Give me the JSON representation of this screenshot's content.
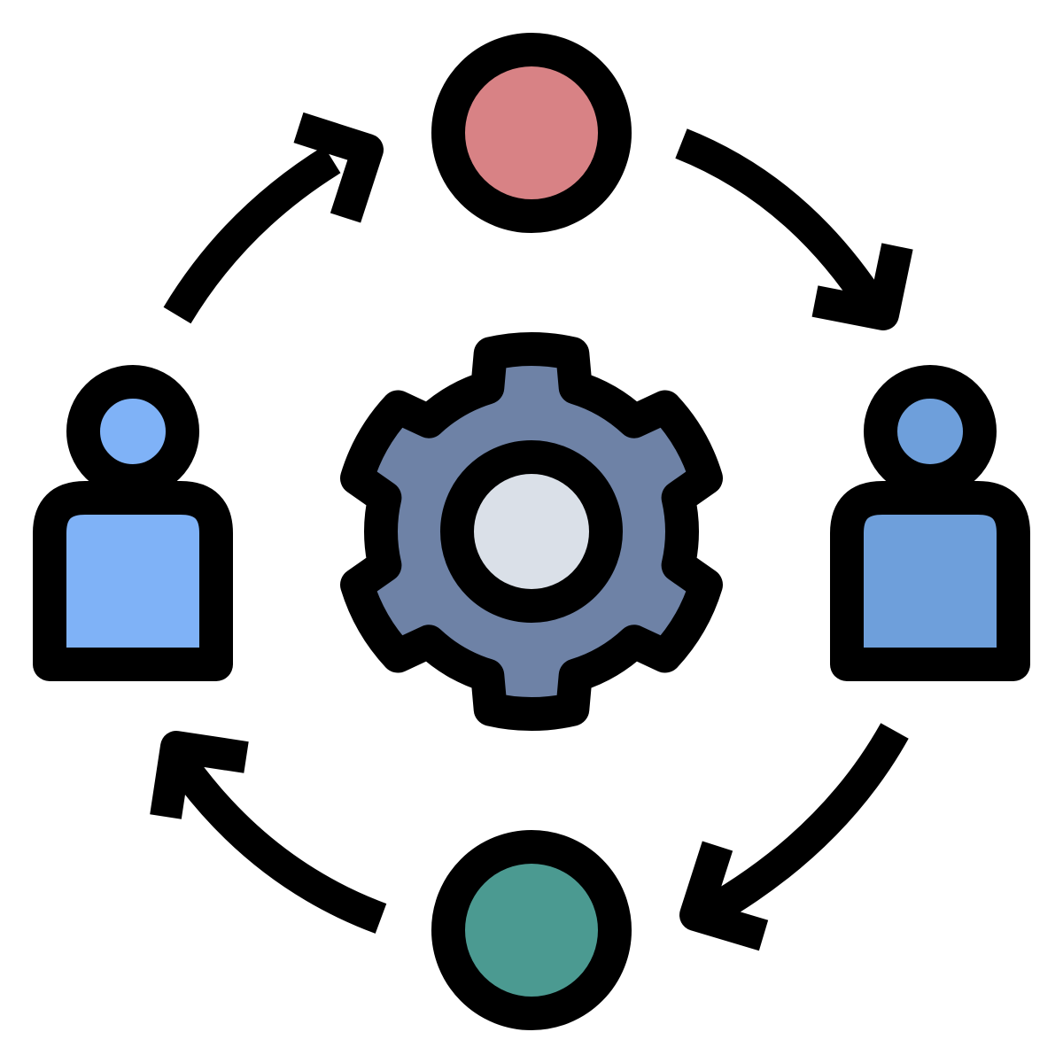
{
  "diagram": {
    "type": "icon",
    "icon_name": "collaboration-workflow-cycle-icon",
    "colors": {
      "outline": "#000000",
      "background": "#ffffff",
      "gear_body": "#6e82a6",
      "gear_hub": "#dae0e8",
      "node_top": "#d88285",
      "node_bottom": "#4b9a91",
      "person_left": "#7fb2f7",
      "person_right": "#6e9fdb"
    },
    "cycle_direction": "clockwise",
    "nodes": [
      {
        "name": "top-node-circle",
        "shape": "circle",
        "color_key": "node_top"
      },
      {
        "name": "right-person-icon",
        "shape": "person",
        "color_key": "person_right"
      },
      {
        "name": "bottom-node-circle",
        "shape": "circle",
        "color_key": "node_bottom"
      },
      {
        "name": "left-person-icon",
        "shape": "person",
        "color_key": "person_left"
      }
    ],
    "center": {
      "name": "gear-icon",
      "shape": "gear",
      "teeth": 6
    }
  }
}
